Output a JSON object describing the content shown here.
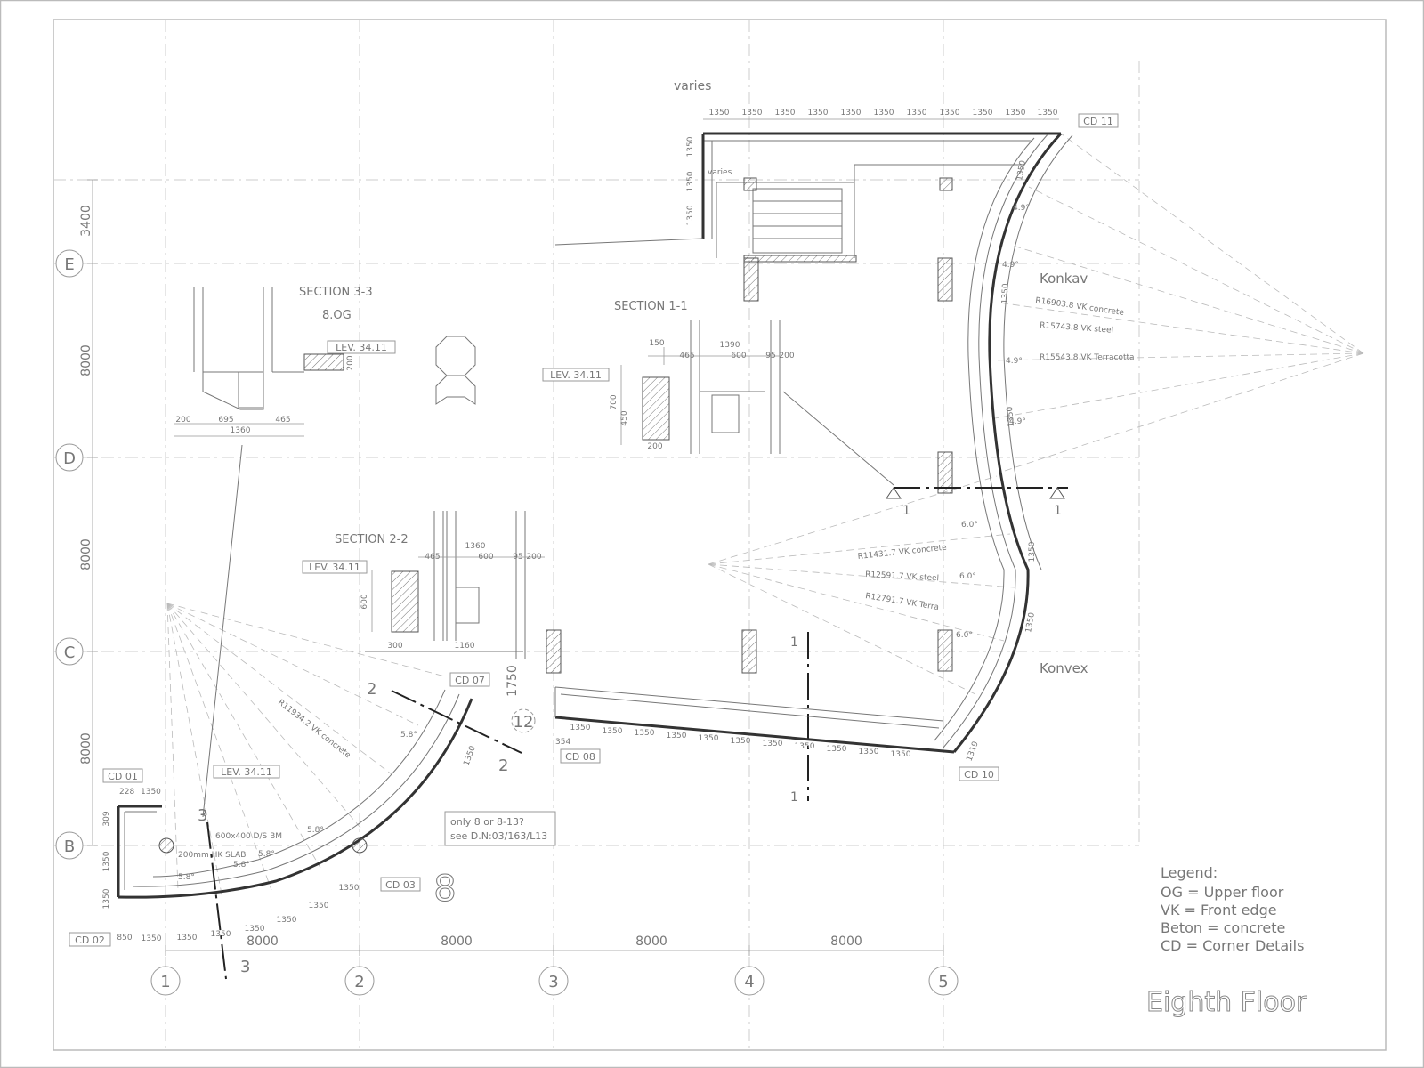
{
  "drawing": {
    "title": "Eighth Floor",
    "legend": {
      "heading": "Legend:",
      "items": [
        "OG = Upper floor",
        "VK = Front edge",
        "Beton = concrete",
        "CD = Corner Details"
      ]
    },
    "grid_numbers": [
      "1",
      "2",
      "3",
      "4",
      "5"
    ],
    "grid_letters": [
      "E",
      "D",
      "C",
      "B"
    ],
    "bay_dims_x": [
      "8000",
      "8000",
      "8000",
      "8000"
    ],
    "bay_dims_y": [
      "3400",
      "8000",
      "8000",
      "8000"
    ],
    "corner_details": [
      "CD 01",
      "CD 02",
      "CD 03",
      "CD 07",
      "CD 08",
      "CD 10",
      "CD 11"
    ],
    "sections": [
      {
        "title": "SECTION 3-3",
        "sub": "8.OG",
        "level": "LEV. 34.11",
        "dims": [
          "200",
          "695",
          "465",
          "1360",
          "200"
        ]
      },
      {
        "title": "SECTION 1-1",
        "level": "LEV. 34.11",
        "dims": [
          "150",
          "1390",
          "465",
          "600",
          "95",
          "200",
          "700",
          "450",
          "200"
        ]
      },
      {
        "title": "SECTION 2-2",
        "level": "LEV. 34.11",
        "dims": [
          "1360",
          "465",
          "600",
          "95",
          "200",
          "600",
          "300",
          "1160"
        ]
      }
    ],
    "annotations": {
      "varies": "varies",
      "varies_small": "varies",
      "konkav": "Konkav",
      "konvex": "Konvex",
      "r_concrete_concave": "R16903.8 VK concrete",
      "r_steel_concave": "R15743.8 VK steel",
      "r_terra_concave": "R15543.8 VK Terracotta",
      "r_concrete_convex": "R11431.7 VK concrete",
      "r_steel_convex": "R12591.7 VK steel",
      "r_terra_convex": "R12791.7 VK Terra",
      "r_concrete_sw": "R11934.2 VK concrete",
      "note_line1": "only 8 or 8-13?",
      "note_line2": "see D.N:03/163/L13",
      "beam": "600x400 D/S BM",
      "slab": "200mm HK SLAB",
      "lev_left": "LEV. 34.11",
      "dim_1750": "1750",
      "dim_354": "354",
      "dim_228": "228",
      "dim_309": "309",
      "dim_850": "850",
      "dim_1319": "1319",
      "bubble_12": "12",
      "sec_mark_1": "1",
      "sec_mark_2": "2",
      "sec_mark_3": "3",
      "floor_8": "8"
    },
    "module": "1350",
    "angle_concave": "4.9°",
    "angle_convex": "6.0°",
    "angle_sw": "5.8°"
  }
}
